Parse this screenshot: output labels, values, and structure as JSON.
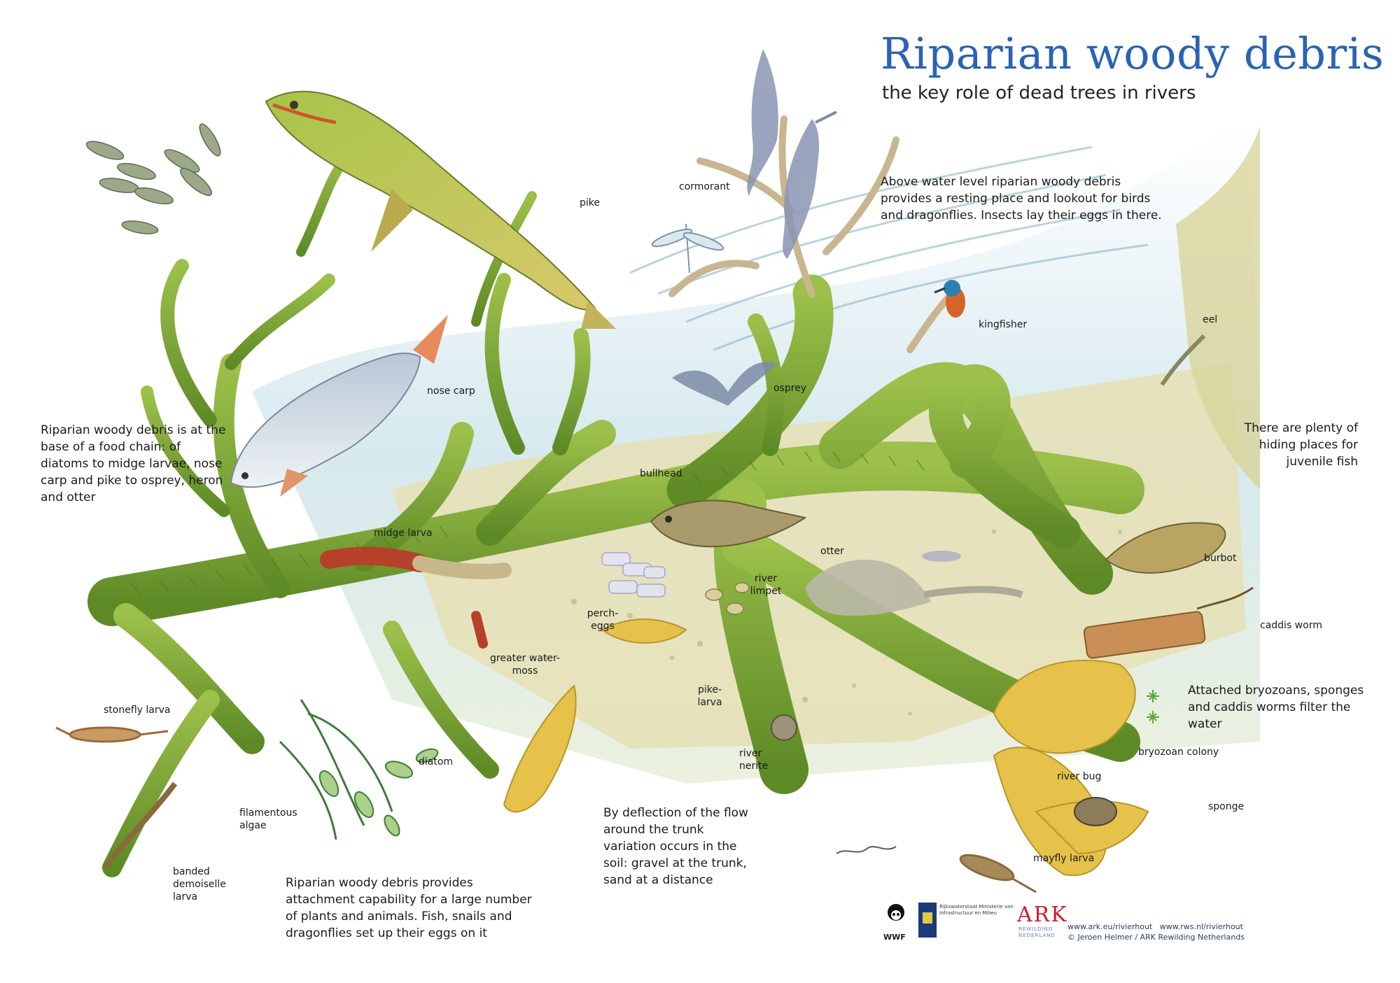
{
  "header": {
    "title": "Riparian woody debris",
    "subtitle": "the key role of dead trees in rivers"
  },
  "notes": {
    "above_water": "Above water level riparian woody debris provides a resting place and lookout for birds and dragonflies. Insects lay their eggs in there.",
    "food_chain": "Riparian woody debris is at the base of a food chain: of diatoms to midge larvae, nose carp and pike to osprey, heron and otter",
    "hiding": "There are plenty of hiding places for juvenile fish",
    "filter": "Attached bryozoans, sponges and caddis worms filter the water",
    "deflection": "By deflection of the flow around the trunk variation occurs in the soil: gravel at the trunk, sand at a distance",
    "attachment": "Riparian woody debris provides attachment capability for a large number of plants and animals. Fish, snails and dragonflies set up their eggs on it"
  },
  "labels": {
    "pike": "pike",
    "cormorant": "cormorant",
    "kingfisher": "kingfisher",
    "eel": "eel",
    "nose_carp": "nose carp",
    "osprey": "osprey",
    "bullhead": "bullhead",
    "midge_larva": "midge larva",
    "otter": "otter",
    "burbot": "burbot",
    "river_limpet": "river limpet",
    "perch_eggs": "perch- eggs",
    "caddis_worm": "caddis worm",
    "greater_water_moss": "greater water-moss",
    "pike_larva": "pike- larva",
    "stonefly_larva": "stonefly larva",
    "diatom": "diatom",
    "river_nerite": "river nerite",
    "bryozoan_colony": "bryozoan colony",
    "river_bug": "river bug",
    "sponge": "sponge",
    "filamentous_algae": "filamentous algae",
    "banded_demoiselle_larva": "banded demoiselle larva",
    "mayfly_larva": "mayfly larva"
  },
  "footer": {
    "wwf": "WWF",
    "rijkswaterstaat": "Rijkswaterstaat Ministerie van Infrastructuur en Milieu",
    "ark": "ARK",
    "ark_sub": "REWILDING NEDERLAND",
    "url1": "www.ark.eu/rivierhout",
    "url2": "www.rws.nl/rivierhout",
    "copyright": "© Jeroen Helmer / ARK Rewilding Netherlands"
  },
  "colors": {
    "title": "#2a63b4",
    "moss": "#7fa63a",
    "moss_dark": "#4f7a22",
    "water": "#bcd9e3",
    "riverbed": "#e6e1b8",
    "sponge": "#e6c24a"
  }
}
